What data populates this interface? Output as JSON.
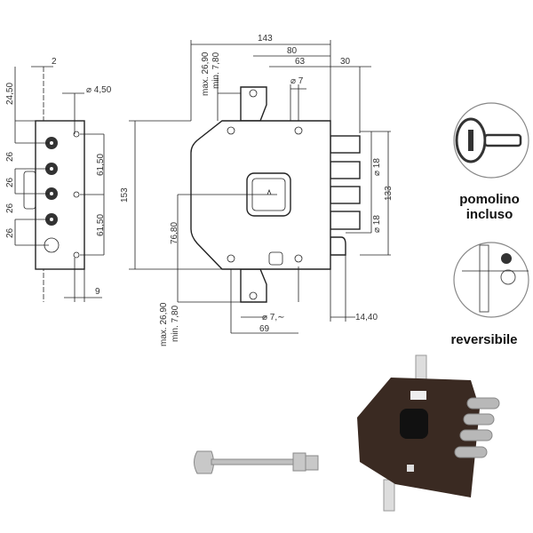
{
  "side_view": {
    "dims": {
      "thickness": "2",
      "top_offset": "24,50",
      "hole_dia": "⌀ 4,50",
      "pitch1": "26",
      "pitch2": "26",
      "pitch3": "26",
      "pitch4": "26",
      "hole_spacing1": "61,50",
      "hole_spacing2": "61,50",
      "edge": "9"
    }
  },
  "front_view": {
    "dims": {
      "width": "143",
      "d80": "80",
      "backset": "63",
      "bolt_projection": "30",
      "top_dia": "⌀ 7",
      "height": "153",
      "key_height": "76,80",
      "bolt_dia1": "⌀ 18",
      "bolt_dia2": "⌀ 18",
      "bolt_span": "133",
      "bottom_dia": "⌀ 7,∼",
      "d69": "69",
      "latch": "14,40",
      "top_plate_max": "max. 26,90",
      "top_plate_min": "min. 7,80",
      "bottom_plate_max": "max. 26,90",
      "bottom_plate_min": "min. 7,80"
    }
  },
  "badges": {
    "knob_line1": "pomolino",
    "knob_line2": "incluso",
    "reversible": "reversibile"
  },
  "colors": {
    "lock_body": "#3a2a22",
    "bolt": "#b8b8b8",
    "line": "#222222"
  }
}
